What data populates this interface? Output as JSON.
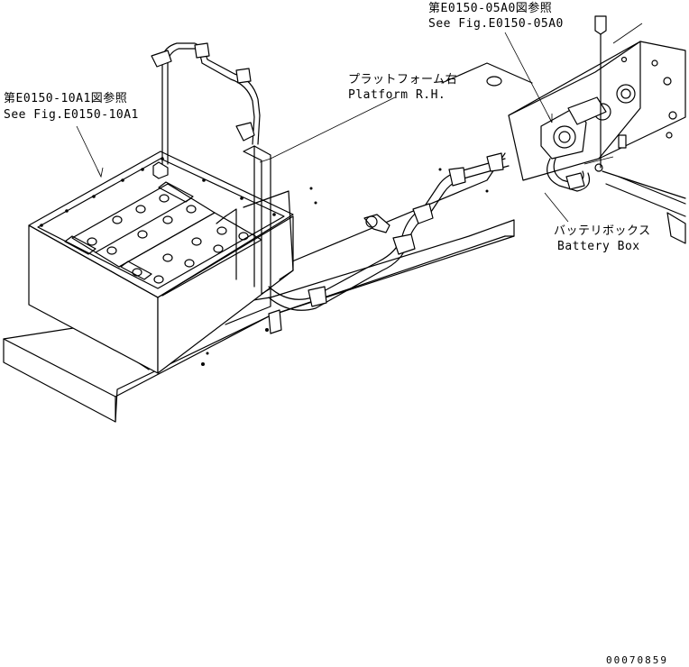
{
  "callouts": {
    "fig_10a1_jp": "第E0150-10A1図参照",
    "fig_10a1_en": "See Fig.E0150-10A1",
    "fig_05a0_jp": "第E0150-05A0図参照",
    "fig_05a0_en": "See Fig.E0150-05A0",
    "platform_jp": "プラットフォーム右",
    "platform_en": "Platform R.H.",
    "battery_box_jp": "バッテリボックス",
    "battery_box_en": "Battery Box"
  },
  "drawing_number": "00070859"
}
